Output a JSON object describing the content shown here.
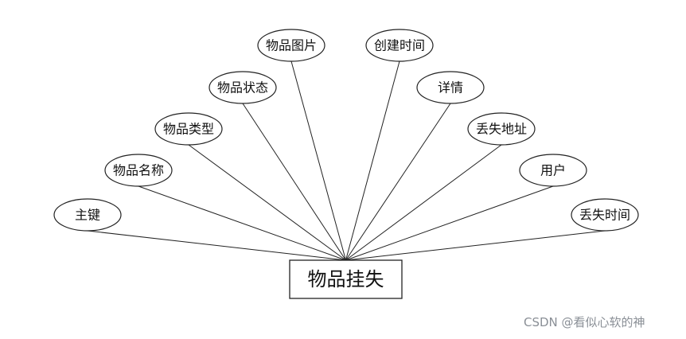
{
  "entity": {
    "name": "物品挂失"
  },
  "attributes": [
    {
      "key": "primary-key",
      "label": "主键"
    },
    {
      "key": "item-name",
      "label": "物品名称"
    },
    {
      "key": "item-type",
      "label": "物品类型"
    },
    {
      "key": "item-status",
      "label": "物品状态"
    },
    {
      "key": "item-image",
      "label": "物品图片"
    },
    {
      "key": "create-time",
      "label": "创建时间"
    },
    {
      "key": "details",
      "label": "详情"
    },
    {
      "key": "lost-address",
      "label": "丢失地址"
    },
    {
      "key": "user",
      "label": "用户"
    },
    {
      "key": "lost-time",
      "label": "丢失时间"
    }
  ],
  "watermark": {
    "text": "CSDN @看似心软的神"
  }
}
